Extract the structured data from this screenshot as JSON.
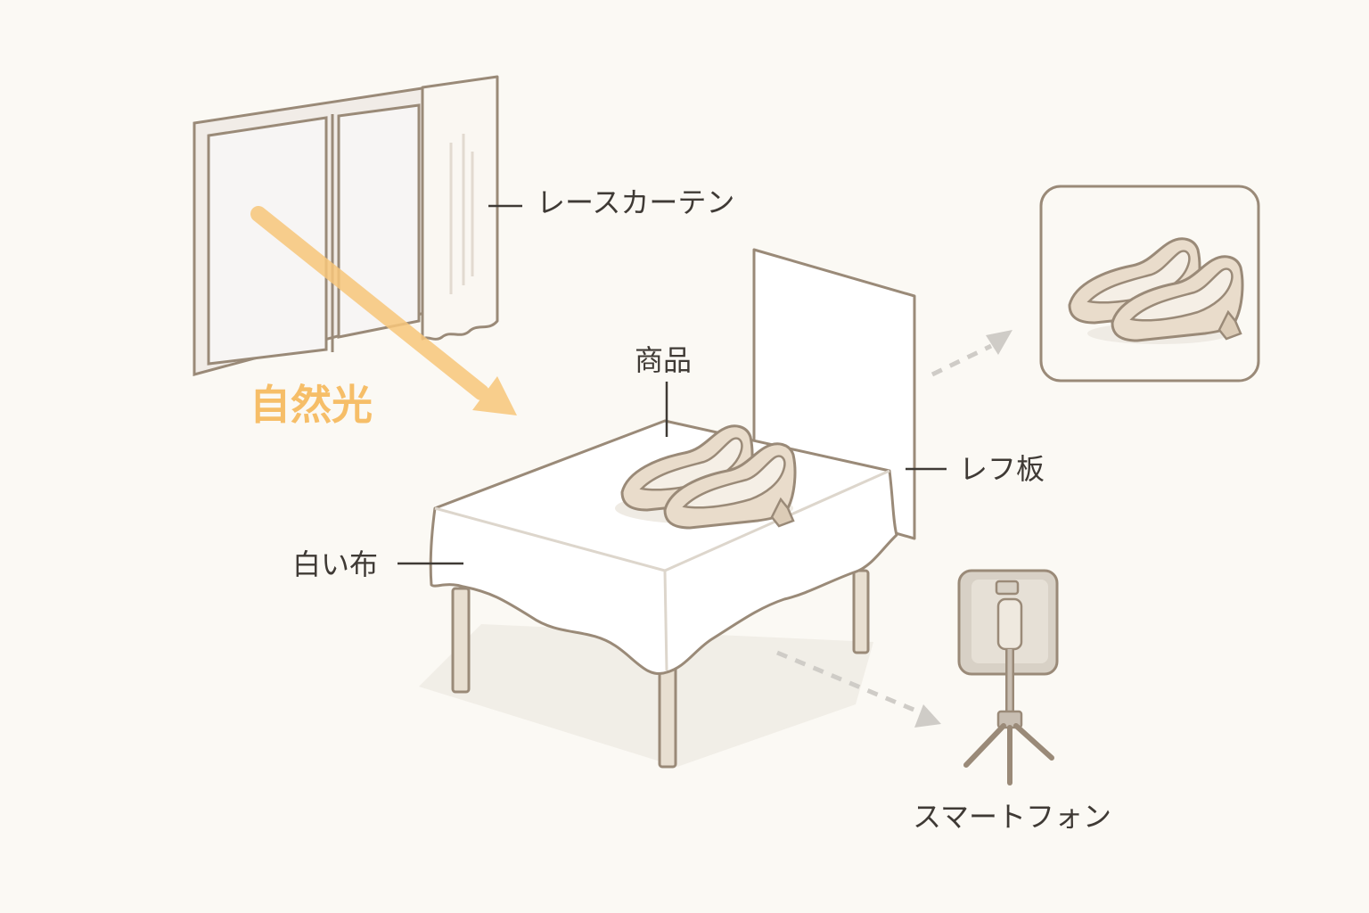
{
  "labels": {
    "lace_curtain": "レースカーテン",
    "natural_light": "自然光",
    "product": "商品",
    "reflector": "レフ板",
    "white_cloth": "白い布",
    "smartphone": "スマートフォン"
  },
  "colors": {
    "background": "#fbf9f4",
    "outline": "#9a8a78",
    "light_arrow": "#f8c77b",
    "shoe": "#e9dccb",
    "dashed_arrow": "#cfccc7"
  }
}
